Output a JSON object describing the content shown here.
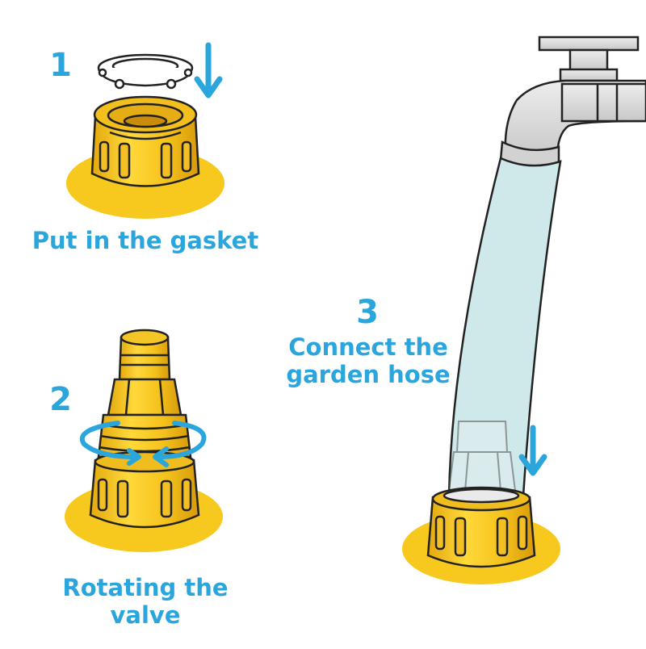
{
  "steps": [
    {
      "number": "1",
      "caption_lines": [
        "Put in the gasket"
      ]
    },
    {
      "number": "2",
      "caption_lines": [
        "Rotating the",
        "valve"
      ]
    },
    {
      "number": "3",
      "caption_lines": [
        "Connect the",
        "garden hose"
      ]
    }
  ],
  "colors": {
    "accent_blue": "#2aa6dd",
    "brass_yellow": "#f6c928",
    "shadow_yellow": "#f7c81e",
    "faucet_gray": "#d8d8d8",
    "hose_tint": "#cfe8ea",
    "outline": "#222222"
  },
  "icons": [
    "down-arrow-icon",
    "rotate-arrows-icon",
    "faucet-icon",
    "hose-icon",
    "gasket-icon",
    "connector-icon"
  ]
}
